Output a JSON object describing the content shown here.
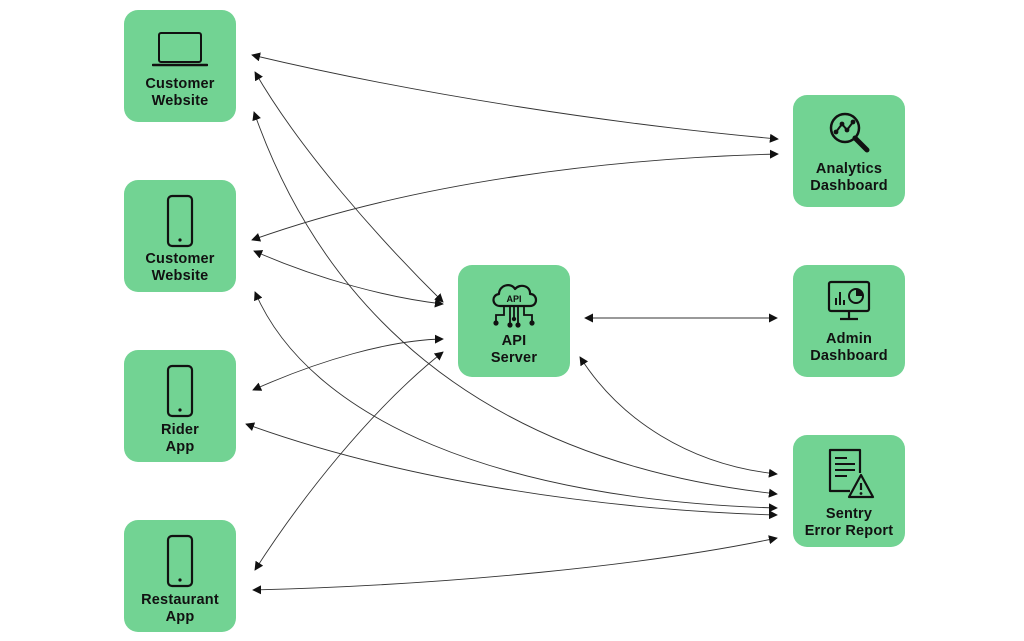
{
  "nodes": {
    "customer_website_desktop": {
      "line1": "Customer",
      "line2": "Website",
      "icon": "laptop-icon"
    },
    "customer_website_mobile": {
      "line1": "Customer",
      "line2": "Website",
      "icon": "smartphone-icon"
    },
    "rider_app": {
      "line1": "Rider",
      "line2": "App",
      "icon": "smartphone-icon"
    },
    "restaurant_app": {
      "line1": "Restaurant",
      "line2": "App",
      "icon": "smartphone-icon"
    },
    "api_server": {
      "line1": "API",
      "line2": "Server",
      "icon": "api-cloud-icon",
      "icon_text": "API"
    },
    "analytics_dashboard": {
      "line1": "Analytics",
      "line2": "Dashboard",
      "icon": "analytics-search-icon"
    },
    "admin_dashboard": {
      "line1": "Admin",
      "line2": "Dashboard",
      "icon": "monitor-chart-icon"
    },
    "sentry_error_report": {
      "line1": "Sentry",
      "line2": "Error Report",
      "icon": "report-warning-icon"
    }
  },
  "connections": [
    {
      "from": "customer_website_desktop",
      "to": "analytics_dashboard",
      "arrows": "both"
    },
    {
      "from": "customer_website_desktop",
      "to": "api_server",
      "arrows": "both"
    },
    {
      "from": "customer_website_desktop",
      "to": "sentry_error_report",
      "arrows": "both"
    },
    {
      "from": "customer_website_mobile",
      "to": "analytics_dashboard",
      "arrows": "both"
    },
    {
      "from": "customer_website_mobile",
      "to": "api_server",
      "arrows": "both"
    },
    {
      "from": "customer_website_mobile",
      "to": "sentry_error_report",
      "arrows": "both"
    },
    {
      "from": "rider_app",
      "to": "api_server",
      "arrows": "both"
    },
    {
      "from": "rider_app",
      "to": "sentry_error_report",
      "arrows": "both"
    },
    {
      "from": "restaurant_app",
      "to": "api_server",
      "arrows": "both"
    },
    {
      "from": "restaurant_app",
      "to": "sentry_error_report",
      "arrows": "both"
    },
    {
      "from": "api_server",
      "to": "admin_dashboard",
      "arrows": "both"
    },
    {
      "from": "api_server",
      "to": "sentry_error_report",
      "arrows": "both"
    }
  ],
  "colors": {
    "node_fill": "#72d393",
    "edge": "#333333",
    "text": "#111111"
  }
}
